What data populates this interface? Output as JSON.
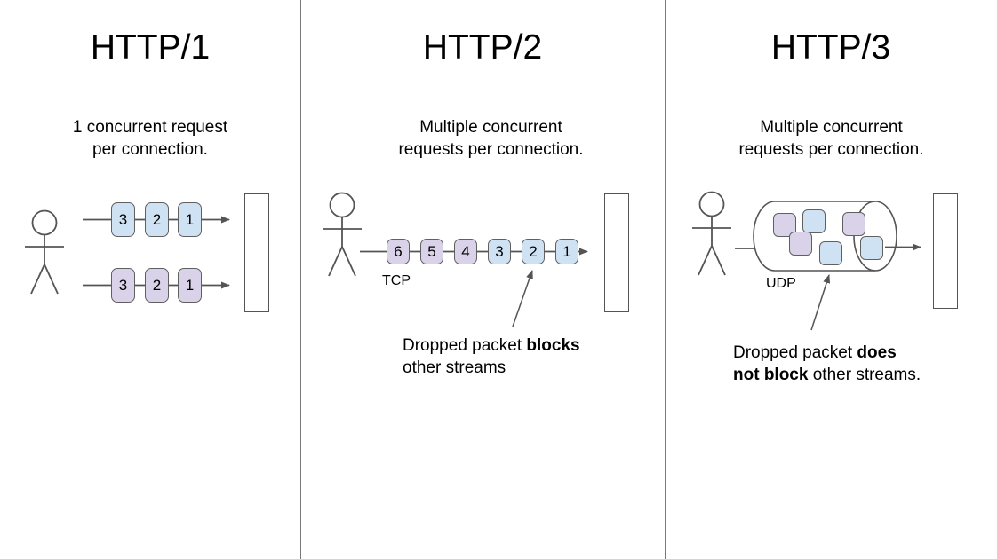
{
  "colors": {
    "blue": "#cfe2f3",
    "purple": "#d9d2e9",
    "stroke": "#545454",
    "divider": "#7a7a7a"
  },
  "columns": {
    "http1": {
      "title": "HTTP/1",
      "subtitle": "1 concurrent request per connection.",
      "streams": [
        {
          "color": "blue",
          "packets": [
            "3",
            "2",
            "1"
          ]
        },
        {
          "color": "purple",
          "packets": [
            "3",
            "2",
            "1"
          ]
        }
      ]
    },
    "http2": {
      "title": "HTTP/2",
      "subtitle": "Multiple concurrent requests per connection.",
      "protocol_label": "TCP",
      "packets": [
        {
          "label": "6",
          "color": "purple"
        },
        {
          "label": "5",
          "color": "purple"
        },
        {
          "label": "4",
          "color": "purple"
        },
        {
          "label": "3",
          "color": "blue"
        },
        {
          "label": "2",
          "color": "blue"
        },
        {
          "label": "1",
          "color": "blue"
        }
      ],
      "annotation": {
        "line1_prefix": "Dropped packet ",
        "line1_bold": "blocks",
        "line2": "other streams"
      }
    },
    "http3": {
      "title": "HTTP/3",
      "subtitle": "Multiple concurrent requests per connection.",
      "protocol_label": "UDP",
      "packets": [
        {
          "color": "purple"
        },
        {
          "color": "blue"
        },
        {
          "color": "purple"
        },
        {
          "color": "blue"
        },
        {
          "color": "purple"
        },
        {
          "color": "blue"
        }
      ],
      "annotation": {
        "line1_prefix": "Dropped packet ",
        "line1_bold": "does",
        "line2_bold": "not block",
        "line2_suffix": " other streams."
      }
    }
  }
}
